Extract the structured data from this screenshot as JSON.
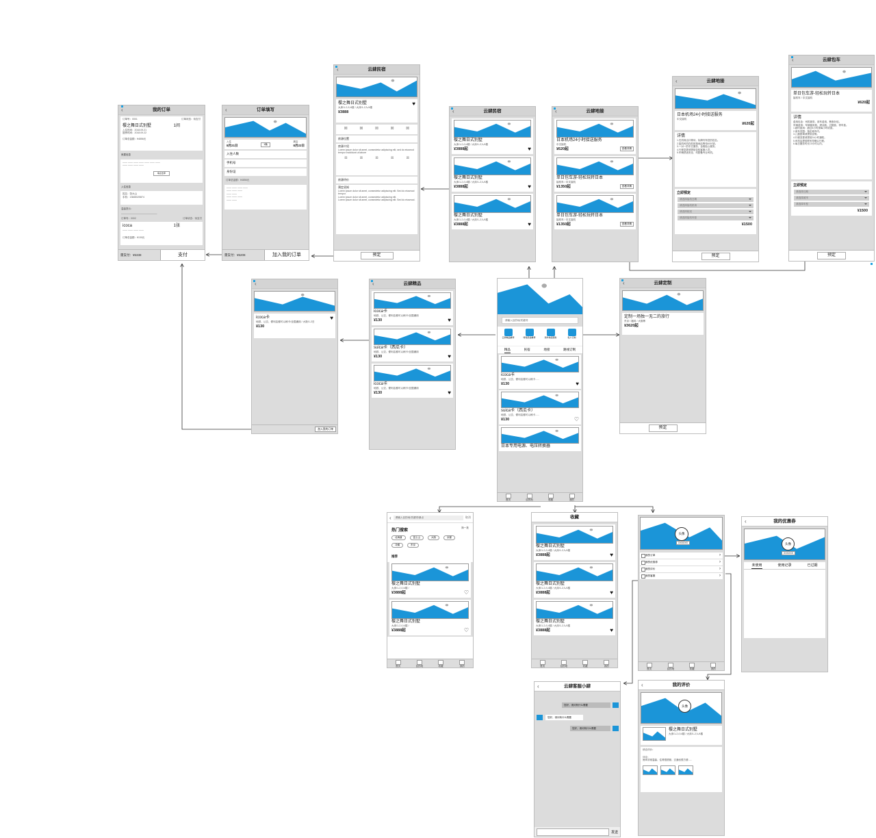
{
  "colors": {
    "accent": "#1b95d8",
    "frame": "#dcdcdc",
    "header": "#d4d4d4"
  },
  "orders": {
    "title": "我的订单",
    "no1": "订单号：0001",
    "status1": "订单状态：待支付",
    "item1": "樱之舞日式别墅",
    "qty1": "1间",
    "in": "入住时间：2018.09.21",
    "out": "退房时间：2018.09.22",
    "amount1": "订单总金额：¥4856元",
    "msg_title": "房屋信息",
    "msg_btn": "填点击率",
    "guest_title": "入住信息",
    "guest_name": "姓名：张大山",
    "guest_phone": "手机：13665025874",
    "tip": "温馨提示：",
    "no2": "订单号：0002",
    "status2": "订单状态：待支付",
    "item2": "icoca",
    "qty2": "1张",
    "amount2": "订单总金额：¥130元",
    "total": "需支付：¥5338",
    "pay": "支付"
  },
  "fill": {
    "title": "订单填写",
    "in_lbl": "入住",
    "in_date": "8月21日",
    "mid": "1晚",
    "out_lbl": "离店",
    "out_date": "8月22日",
    "f1": "入住人数",
    "f2": "手机号",
    "f3": "身份证",
    "amount": "订单总金额：¥4856元",
    "total": "需支付：¥5208",
    "add": "加入我的订单"
  },
  "minsu_detail": {
    "title": "云肆民宿",
    "name": "樱之舞日式别墅",
    "sub": "大床/1-2人/4楼 / 大床/1-2人/4楼",
    "price": "¥3888",
    "s1": "房源位置",
    "s2": "房源介绍",
    "s3": "房源评价",
    "s4": "预定须知",
    "btn": "预定"
  },
  "minsu_list": {
    "title": "云肆民宿",
    "items": [
      {
        "name": "樱之舞日式别墅",
        "sub": "大床/1-2人/4楼 / 大床/1-2人/4楼",
        "price": "¥3888起"
      },
      {
        "name": "樱之舞日式别墅",
        "sub": "大床/1-2人/4楼 / 大床/1-2人/4楼",
        "price": "¥3888起"
      },
      {
        "name": "樱之舞日式别墅",
        "sub": "大床/1-2人/4楼 / 大床/1-2人/4楼",
        "price": "¥3888起"
      }
    ]
  },
  "pickup_list": {
    "title": "云肆地接",
    "items": [
      {
        "name": "日本机场24小时接送服务",
        "sub": "中文接机",
        "price": "¥620起",
        "btn": "查看详情"
      },
      {
        "name": "单日包车游-轻松玩转日本",
        "sub": "接机车 / 中文接机",
        "price": "¥1350起",
        "btn": "查看详情"
      },
      {
        "name": "单日包车游-轻松玩转日本",
        "sub": "接机车 / 中文接机",
        "price": "¥1350起",
        "btn": "查看详情"
      }
    ]
  },
  "pickup_detail": {
    "title": "云肆地接",
    "name": "日本机场24小时接送服务",
    "sub": "中文接机",
    "price": "¥620起",
    "detail": "详情",
    "book": "立即预定",
    "opts": [
      "请选择接机日期",
      "请选择接机机场",
      "请选择航班",
      "请选择接机车型"
    ],
    "total": "¥1500",
    "btn": "预定"
  },
  "car_detail": {
    "title": "云肆包车",
    "name": "单日包车游-轻松玩转日本",
    "sub": "接机车 / 中文接机",
    "price": "¥620起",
    "detail": "详情",
    "book": "立即预定",
    "opts": [
      "请选择日期",
      "请选择城市",
      "请选择车型"
    ],
    "total": "¥1500",
    "btn": "预定"
  },
  "jingpin_one": {
    "name": "icoca卡",
    "sub": "地铁、公交、便利店都可以刷卡/全国通用 / 大阪/1-2日",
    "price": "¥130",
    "btn": "加入我的订单"
  },
  "jingpin": {
    "title": "云肆精品",
    "items": [
      {
        "name": "icoca卡",
        "sub": "地铁、公交、便利店都可以刷卡/全国通用",
        "price": "¥130"
      },
      {
        "name": "suica卡（西瓜卡）",
        "sub": "地铁、公交、便利店都可以刷卡/全国通用",
        "price": "¥130"
      },
      {
        "name": "icoca卡",
        "sub": "地铁、公交、便利店都可以刷卡/全国通用",
        "price": "¥130"
      }
    ]
  },
  "home": {
    "search": "请输入目的地/关键词",
    "icons": [
      "云肆精品推荐",
      "特色民宿推荐",
      "海外地接服务",
      "私人订制"
    ],
    "tabs": [
      "精品",
      "民宿",
      "地接",
      "路线订制"
    ],
    "items": [
      {
        "name": "icoca卡",
        "sub": "地铁、公交、便利店都可以刷卡......",
        "price": "¥130"
      },
      {
        "name": "suica卡（西瓜卡）",
        "sub": "地铁、公交、便利店都可以刷卡......",
        "price": "¥130"
      },
      {
        "name": "日本专用电源、电压转换器",
        "sub": "",
        "price": ""
      }
    ],
    "nav": [
      "首页",
      "目的地",
      "收藏",
      "我的"
    ]
  },
  "custom": {
    "title": "云肆定制",
    "name": "定制一场独一无二的旅行",
    "sub": "东京 / 福冈 / 大阪等",
    "price": "¥3620起",
    "btn": "预定"
  },
  "search": {
    "placeholder": "请输入目的地/关键词/景点",
    "cancel": "取消",
    "hot": "热门搜索",
    "refresh": "换一批",
    "tags": [
      "北海道",
      "富士山",
      "大阪",
      "京都",
      "冲绳",
      "东京"
    ],
    "rec": "推荐",
    "items": [
      {
        "name": "樱之舞日式别墅",
        "sub": "大床/1-2人/4楼 / ",
        "price": "¥3888起"
      },
      {
        "name": "樱之舞日式别墅",
        "sub": "大床/1-2人/4楼 / ",
        "price": "¥3888起"
      }
    ]
  },
  "fav": {
    "title": "收藏",
    "items": [
      {
        "name": "樱之舞日式别墅",
        "sub": "大床/1-2人/4楼 / 大床/1-2人/4楼",
        "price": "¥3888起"
      },
      {
        "name": "樱之舞日式别墅",
        "sub": "大床/1-2人/4楼 / 大床/1-2人/4楼",
        "price": "¥3888起"
      },
      {
        "name": "樱之舞日式别墅",
        "sub": "大床/1-2人/4楼 / 大床/1-2人/4楼",
        "price": "¥3888起"
      }
    ]
  },
  "mine": {
    "avatar": "头像",
    "uid": "XXXXXX",
    "menu": [
      "我的订单",
      "我的优惠券",
      "我的评价",
      "我的客服"
    ]
  },
  "coupon": {
    "title": "我的优惠券",
    "avatar": "头像",
    "uid": "XXXXXX",
    "tabs": [
      "未使用",
      "使用记录",
      "已过期"
    ]
  },
  "chat": {
    "title": "云肆客服小肆",
    "msgs": [
      "您好，请问有什么需要",
      "您好，请问有什么需要",
      "您好，请问有什么需要"
    ],
    "send": "发送"
  },
  "review": {
    "title": "我的评价",
    "avatar": "头像",
    "name": "樱之舞日式别墅",
    "sub": "大床/1-2人/4楼 / 大床/1-2人/4楼",
    "score": "综合评价：",
    "comment": "评论：",
    "text": "房间非常温馨，住得很舒服，交通也很方便......"
  }
}
